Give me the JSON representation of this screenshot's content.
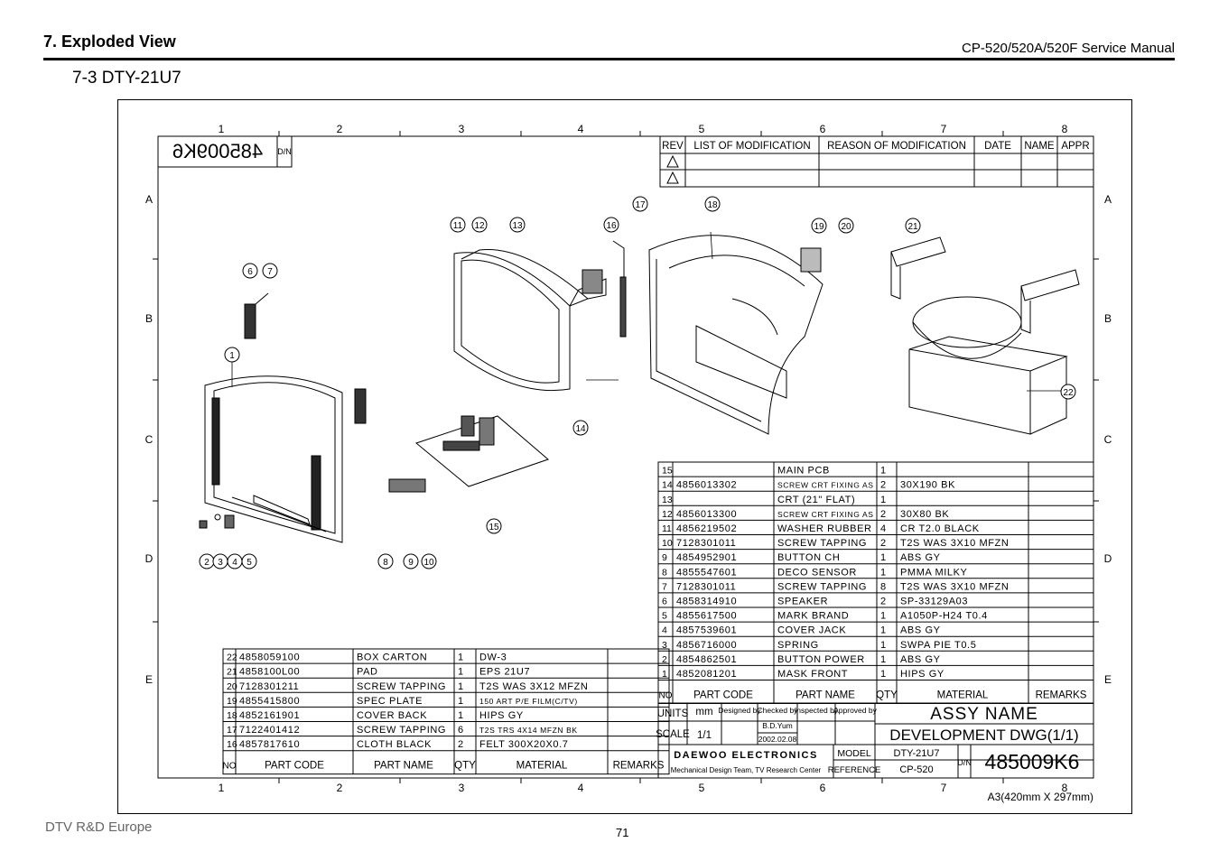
{
  "header": {
    "title": "7. Exploded View",
    "manual": "CP-520/520A/520F Service Manual",
    "section": "7-3 DTY-21U7"
  },
  "footer": {
    "left": "DTV R&D Europe",
    "page": "71"
  },
  "drawing": {
    "col_numbers": [
      "1",
      "2",
      "3",
      "4",
      "5",
      "6",
      "7",
      "8"
    ],
    "row_letters": [
      "A",
      "B",
      "C",
      "D",
      "E"
    ],
    "dwg_no_mirrored": "485009K6",
    "dn_label": "D/N",
    "revision_table": {
      "headers": [
        "REV",
        "LIST OF MODIFICATION",
        "REASON OF MODIFICATION",
        "DATE",
        "NAME",
        "APPR"
      ]
    },
    "callouts": [
      "1",
      "2",
      "3",
      "4",
      "5",
      "6",
      "7",
      "8",
      "9",
      "10",
      "11",
      "12",
      "13",
      "14",
      "15",
      "16",
      "17",
      "18",
      "19",
      "20",
      "21",
      "22"
    ],
    "parts_right": [
      {
        "no": "15",
        "code": "",
        "name": "MAIN PCB",
        "qty": "1",
        "material": "",
        "remarks": ""
      },
      {
        "no": "14",
        "code": "4856013302",
        "name": "SCREW CRT FIXING AS",
        "qty": "2",
        "material": "30X190 BK",
        "remarks": ""
      },
      {
        "no": "13",
        "code": "",
        "name": "CRT (21\" FLAT)",
        "qty": "1",
        "material": "",
        "remarks": ""
      },
      {
        "no": "12",
        "code": "4856013300",
        "name": "SCREW CRT FIXING AS",
        "qty": "2",
        "material": "30X80 BK",
        "remarks": ""
      },
      {
        "no": "11",
        "code": "4856219502",
        "name": "WASHER RUBBER",
        "qty": "4",
        "material": "CR T2.0 BLACK",
        "remarks": ""
      },
      {
        "no": "10",
        "code": "7128301011",
        "name": "SCREW TAPPING",
        "qty": "2",
        "material": "T2S WAS 3X10 MFZN",
        "remarks": ""
      },
      {
        "no": "9",
        "code": "4854952901",
        "name": "BUTTON CH",
        "qty": "1",
        "material": "ABS GY",
        "remarks": ""
      },
      {
        "no": "8",
        "code": "4855547601",
        "name": "DECO SENSOR",
        "qty": "1",
        "material": "PMMA MILKY",
        "remarks": ""
      },
      {
        "no": "7",
        "code": "7128301011",
        "name": "SCREW TAPPING",
        "qty": "8",
        "material": "T2S WAS 3X10 MFZN",
        "remarks": ""
      },
      {
        "no": "6",
        "code": "4858314910",
        "name": "SPEAKER",
        "qty": "2",
        "material": "SP-33129A03",
        "remarks": ""
      },
      {
        "no": "5",
        "code": "4855617500",
        "name": "MARK BRAND",
        "qty": "1",
        "material": "A1050P-H24 T0.4",
        "remarks": ""
      },
      {
        "no": "4",
        "code": "4857539601",
        "name": "COVER JACK",
        "qty": "1",
        "material": "ABS GY",
        "remarks": ""
      },
      {
        "no": "3",
        "code": "4856716000",
        "name": "SPRING",
        "qty": "1",
        "material": "SWPA PIE T0.5",
        "remarks": ""
      },
      {
        "no": "2",
        "code": "4854862501",
        "name": "BUTTON POWER",
        "qty": "1",
        "material": "ABS GY",
        "remarks": ""
      },
      {
        "no": "1",
        "code": "4852081201",
        "name": "MASK FRONT",
        "qty": "1",
        "material": "HIPS GY",
        "remarks": ""
      }
    ],
    "parts_left": [
      {
        "no": "22",
        "code": "4858059100",
        "name": "BOX CARTON",
        "qty": "1",
        "material": "DW-3",
        "remarks": ""
      },
      {
        "no": "21",
        "code": "4858100L00",
        "name": "PAD",
        "qty": "1",
        "material": "EPS 21U7",
        "remarks": ""
      },
      {
        "no": "20",
        "code": "7128301211",
        "name": "SCREW TAPPING",
        "qty": "1",
        "material": "T2S WAS 3X12 MFZN",
        "remarks": ""
      },
      {
        "no": "19",
        "code": "4855415800",
        "name": "SPEC PLATE",
        "qty": "1",
        "material": "150 ART P/E FILM(C/TV)",
        "remarks": ""
      },
      {
        "no": "18",
        "code": "4852161901",
        "name": "COVER BACK",
        "qty": "1",
        "material": "HIPS GY",
        "remarks": ""
      },
      {
        "no": "17",
        "code": "7122401412",
        "name": "SCREW TAPPING",
        "qty": "6",
        "material": "T2S TRS 4X14 MFZN BK",
        "remarks": ""
      },
      {
        "no": "16",
        "code": "4857817610",
        "name": "CLOTH BLACK",
        "qty": "2",
        "material": "FELT 300X20X0.7",
        "remarks": ""
      }
    ],
    "parts_headers": {
      "no": "NO",
      "code": "PART CODE",
      "name": "PART NAME",
      "qty": "QTY",
      "material": "MATERIAL",
      "remarks": "REMARKS"
    },
    "title_block": {
      "units_label": "UNITS",
      "units": "mm",
      "scale_label": "SCALE",
      "scale": "1/1",
      "designed": "Designed by",
      "checked": "Checked by",
      "inspected": "Inspected by",
      "approved": "Approved by",
      "checker": "B.D.Yum",
      "date": "2002.02.08",
      "assy_name": "ASSY NAME",
      "dwg_title": "DEVELOPMENT DWG(1/1)",
      "company": "DAEWOO ELECTRONICS",
      "team": "Mechanical Design Team, TV Research Center",
      "model_label": "MODEL",
      "model": "DTY-21U7",
      "ref_label": "REFERENCE",
      "reference": "CP-520",
      "dn": "D/N",
      "dwg_no": "485009K6"
    },
    "sheet_size": "A3(420mm X 297mm)"
  }
}
